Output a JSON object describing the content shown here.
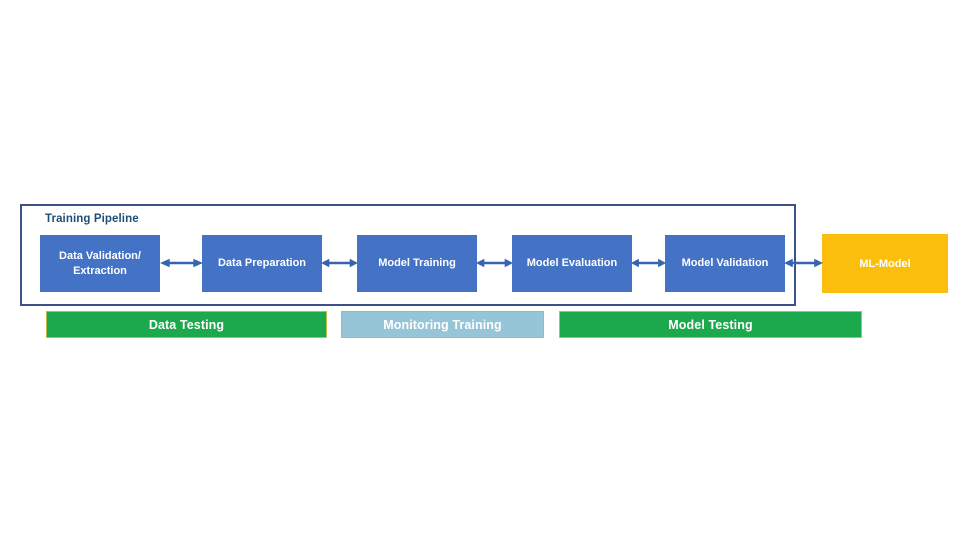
{
  "colors": {
    "stage_box_blue": "#4472C4",
    "model_box_orange": "#FBBE0D",
    "testing_bar_green": "#1CA84C",
    "monitoring_bar_light_blue": "#96C5D7",
    "container_border_navy": "#3A5288",
    "container_label_dark_blue": "#1F4E79",
    "arrow_blue": "#3764AF",
    "box_text_white": "#FFFFFF"
  },
  "pipeline": {
    "container_label": "Training Pipeline",
    "stages": [
      {
        "label": "Data Validation/\nExtraction"
      },
      {
        "label": "Data Preparation"
      },
      {
        "label": "Model Training"
      },
      {
        "label": "Model Evaluation"
      },
      {
        "label": "Model Validation"
      }
    ],
    "output": {
      "label": "ML-Model"
    },
    "connector": "bidirectional-arrow"
  },
  "testing_bars": [
    {
      "label": "Data Testing",
      "color": "#1CA84C"
    },
    {
      "label": "Monitoring Training",
      "color": "#96C5D7"
    },
    {
      "label": "Model Testing",
      "color": "#1CA84C"
    }
  ]
}
